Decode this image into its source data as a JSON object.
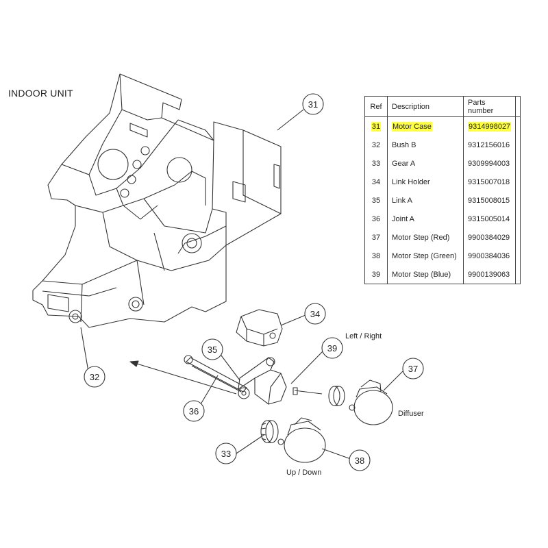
{
  "title": "INDOOR UNIT",
  "table": {
    "headers": [
      "Ref",
      "Description",
      "Parts number"
    ],
    "rows": [
      {
        "ref": "31",
        "desc": "Motor Case",
        "pn": "9314998027",
        "highlight": true
      },
      {
        "ref": "32",
        "desc": "Bush B",
        "pn": "9312156016"
      },
      {
        "ref": "33",
        "desc": "Gear A",
        "pn": "9309994003"
      },
      {
        "ref": "34",
        "desc": "Link Holder",
        "pn": "9315007018"
      },
      {
        "ref": "35",
        "desc": "Link A",
        "pn": "9315008015"
      },
      {
        "ref": "36",
        "desc": "Joint A",
        "pn": "9315005014"
      },
      {
        "ref": "37",
        "desc": "Motor Step (Red)",
        "pn": "9900384029"
      },
      {
        "ref": "38",
        "desc": "Motor Step (Green)",
        "pn": "9900384036"
      },
      {
        "ref": "39",
        "desc": "Motor Step (Blue)",
        "pn": "9900139063"
      }
    ]
  },
  "callouts": [
    "31",
    "32",
    "33",
    "34",
    "35",
    "36",
    "37",
    "38",
    "39"
  ],
  "annotations": {
    "left_right": "Left / Right",
    "diffuser": "Diffuser",
    "up_down": "Up / Down"
  },
  "colors": {
    "highlight": "#ffff44",
    "line": "#333333"
  }
}
